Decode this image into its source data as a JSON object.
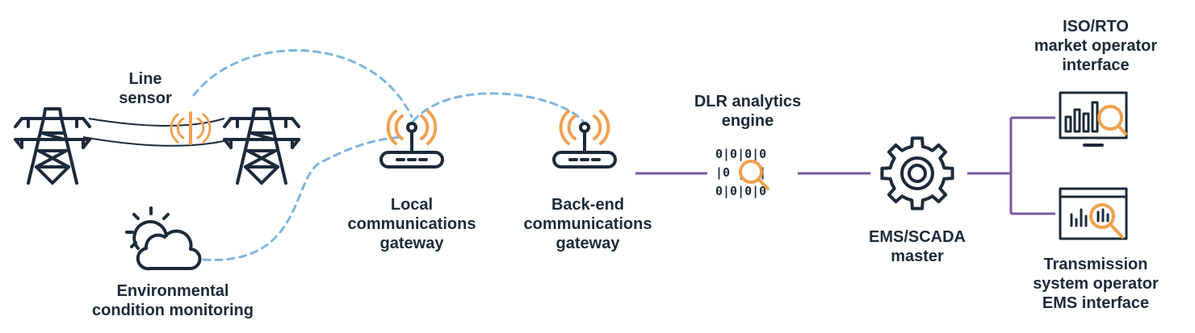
{
  "colors": {
    "ink": "#1c2a3a",
    "accent_orange": "#f0a050",
    "link_purple": "#7a559e",
    "wireless_blue": "#7db6e0"
  },
  "labels": {
    "line_sensor": [
      "Line",
      "sensor"
    ],
    "environmental": [
      "Environmental",
      "condition monitoring"
    ],
    "local_gateway": [
      "Local",
      "communications",
      "gateway"
    ],
    "backend_gateway": [
      "Back-end",
      "communications",
      "gateway"
    ],
    "dlr_engine": [
      "DLR analytics",
      "engine"
    ],
    "ems_scada": [
      "EMS/SCADA",
      "master"
    ],
    "iso_rto": [
      "ISO/RTO",
      "market operator",
      "interface"
    ],
    "tso": [
      "Transmission",
      "system operator",
      "EMS interface"
    ]
  },
  "dlr_binary": {
    "row1": "0|0|0|0",
    "row2": "|0 | 0|",
    "row3": "0|0|0|0"
  },
  "icons": {
    "towers": "transmission-tower-icon",
    "sensor": "line-sensor-icon",
    "weather": "sun-cloud-icon",
    "router": "router-icon",
    "gear": "gear-icon",
    "bar_monitor": "bar-chart-monitor-icon",
    "dashboard": "dashboard-window-icon",
    "magnifier": "magnifier-icon"
  }
}
